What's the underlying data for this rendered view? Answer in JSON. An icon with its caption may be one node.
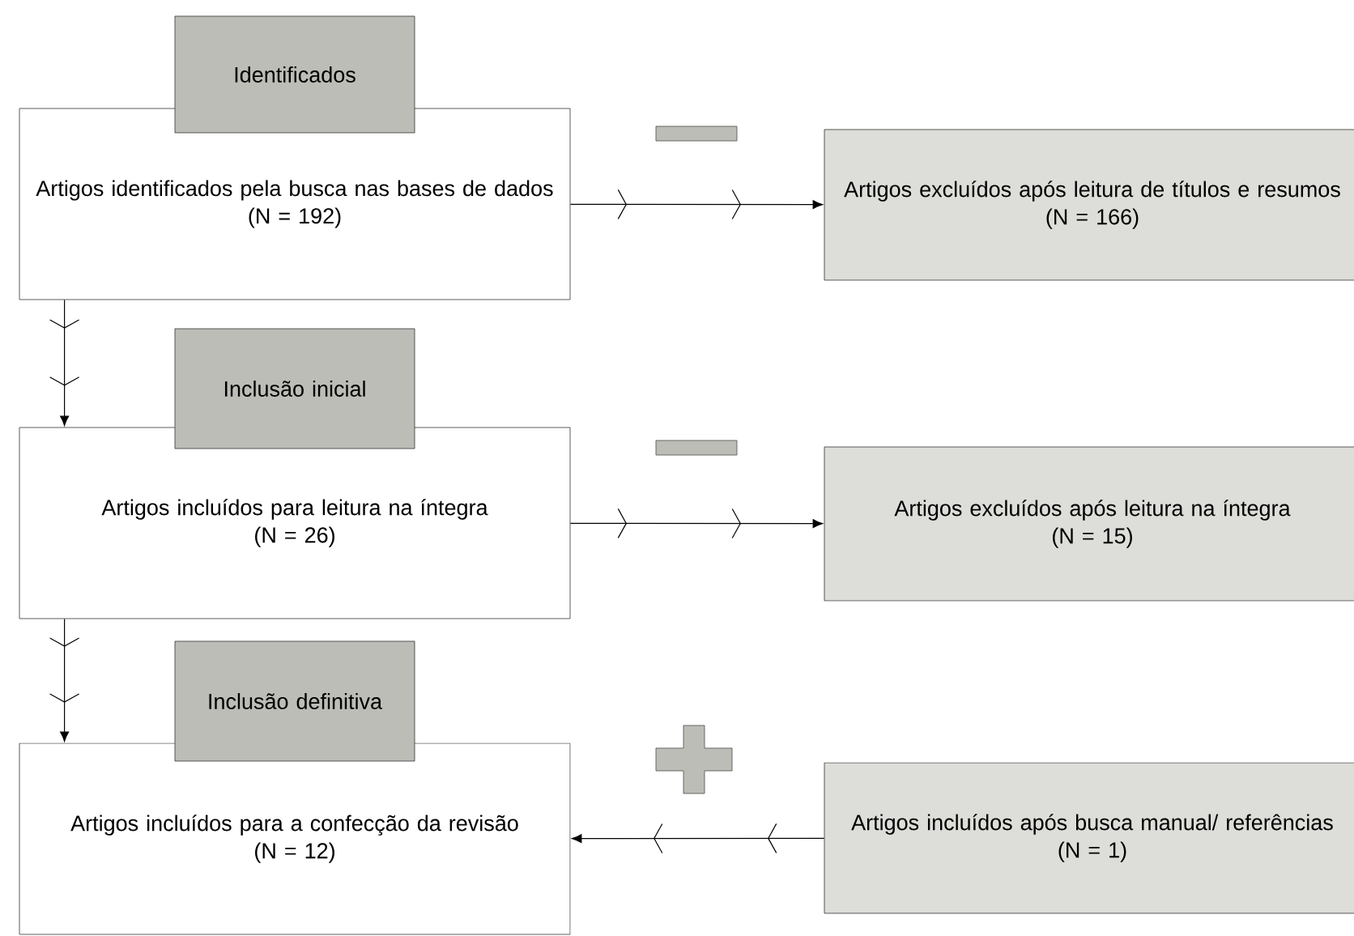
{
  "diagram": {
    "nodes": [
      {
        "text": [
          "Identificados"
        ]
      },
      {
        "text": [
          "Artigos identificados pela busca nas bases de dados",
          "(N = 192)"
        ]
      },
      {
        "text": [
          "Artigos excluídos após leitura de títulos e resumos",
          "(N = 166)"
        ]
      },
      {
        "text": [
          "Inclusão inicial"
        ]
      },
      {
        "text": [
          "Artigos incluídos para leitura na íntegra",
          "(N = 26)"
        ]
      },
      {
        "text": [
          "Artigos excluídos após leitura na íntegra",
          "(N = 15)"
        ]
      },
      {
        "text": [
          "Inclusão definitiva"
        ]
      },
      {
        "text": [
          "Artigos incluídos para a confecção da revisão",
          "(N = 12)"
        ]
      },
      {
        "text": [
          "Artigos incluídos após busca manual/ referências",
          "(N = 1)"
        ]
      }
    ],
    "edges": [
      {
        "from": 1,
        "to": 2,
        "arrow": "to"
      },
      {
        "from": 1,
        "to": 4,
        "arrow": "to"
      },
      {
        "from": 4,
        "to": 5,
        "arrow": "to"
      },
      {
        "from": 4,
        "to": 7,
        "arrow": "to"
      },
      {
        "from": 8,
        "to": 7,
        "arrow": "to"
      }
    ]
  }
}
